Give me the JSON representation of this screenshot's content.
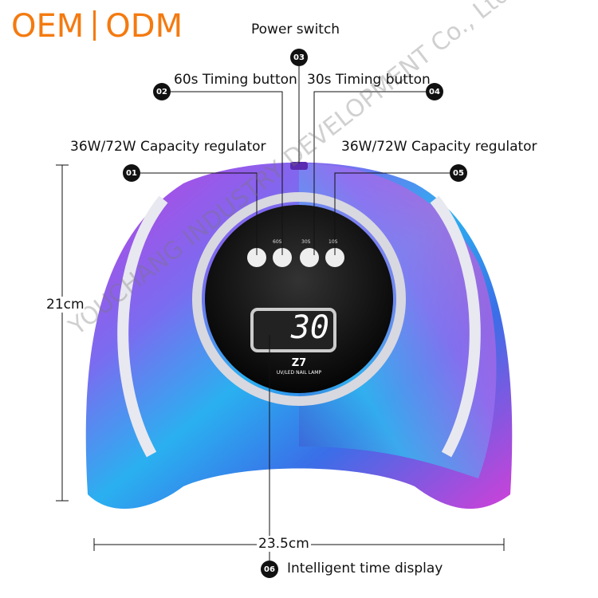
{
  "brand": {
    "left": "OEM",
    "right": "ODM"
  },
  "callouts": [
    {
      "num": "01",
      "label": "36W/72W Capacity regulator"
    },
    {
      "num": "02",
      "label": "60s Timing button"
    },
    {
      "num": "03",
      "label": "Power switch"
    },
    {
      "num": "04",
      "label": "30s Timing button"
    },
    {
      "num": "05",
      "label": "36W/72W Capacity regulator"
    },
    {
      "num": "06",
      "label": "Intelligent  time display"
    }
  ],
  "dimensions": {
    "height": "21cm",
    "width": "23.5cm"
  },
  "device": {
    "display": "30",
    "model": "Z7",
    "subtitle": "UV/LED NAIL LAMP",
    "buttons": [
      "60S",
      "30S",
      "10S"
    ]
  },
  "watermark": "YOUCHANG INDUSTRY DEVELOPMENT Co., Ltd",
  "colors": {
    "brand": "#f47a10"
  }
}
